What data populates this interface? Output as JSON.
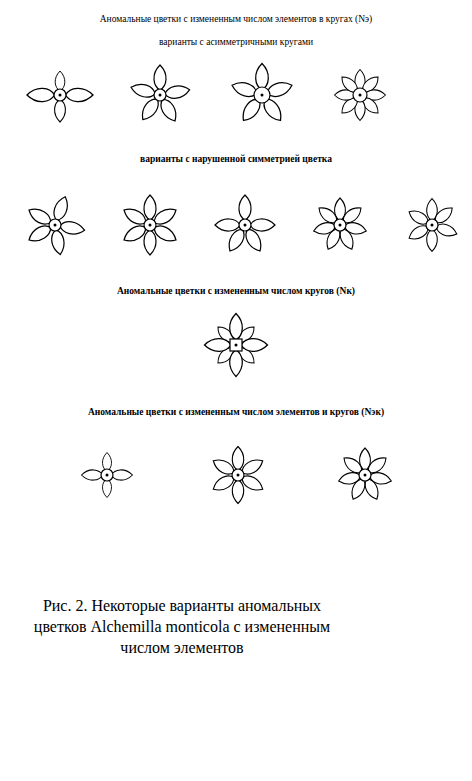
{
  "diagram": {
    "caption": "Рис. 2. Некоторые варианты аномальных цветков Alchemilla monticola с измененным числом элементов",
    "labels": [
      "Аномальные цветки с измененным числом элементов в кругах (Nэ)",
      "варианты с асимметричными кругами",
      "варианты с нарушенной симметрией цветка",
      "Аномальные цветки с измененным числом кругов (Nк)",
      "Аномальные цветки с измененным числом элементов и кругов (Nэк)"
    ]
  }
}
